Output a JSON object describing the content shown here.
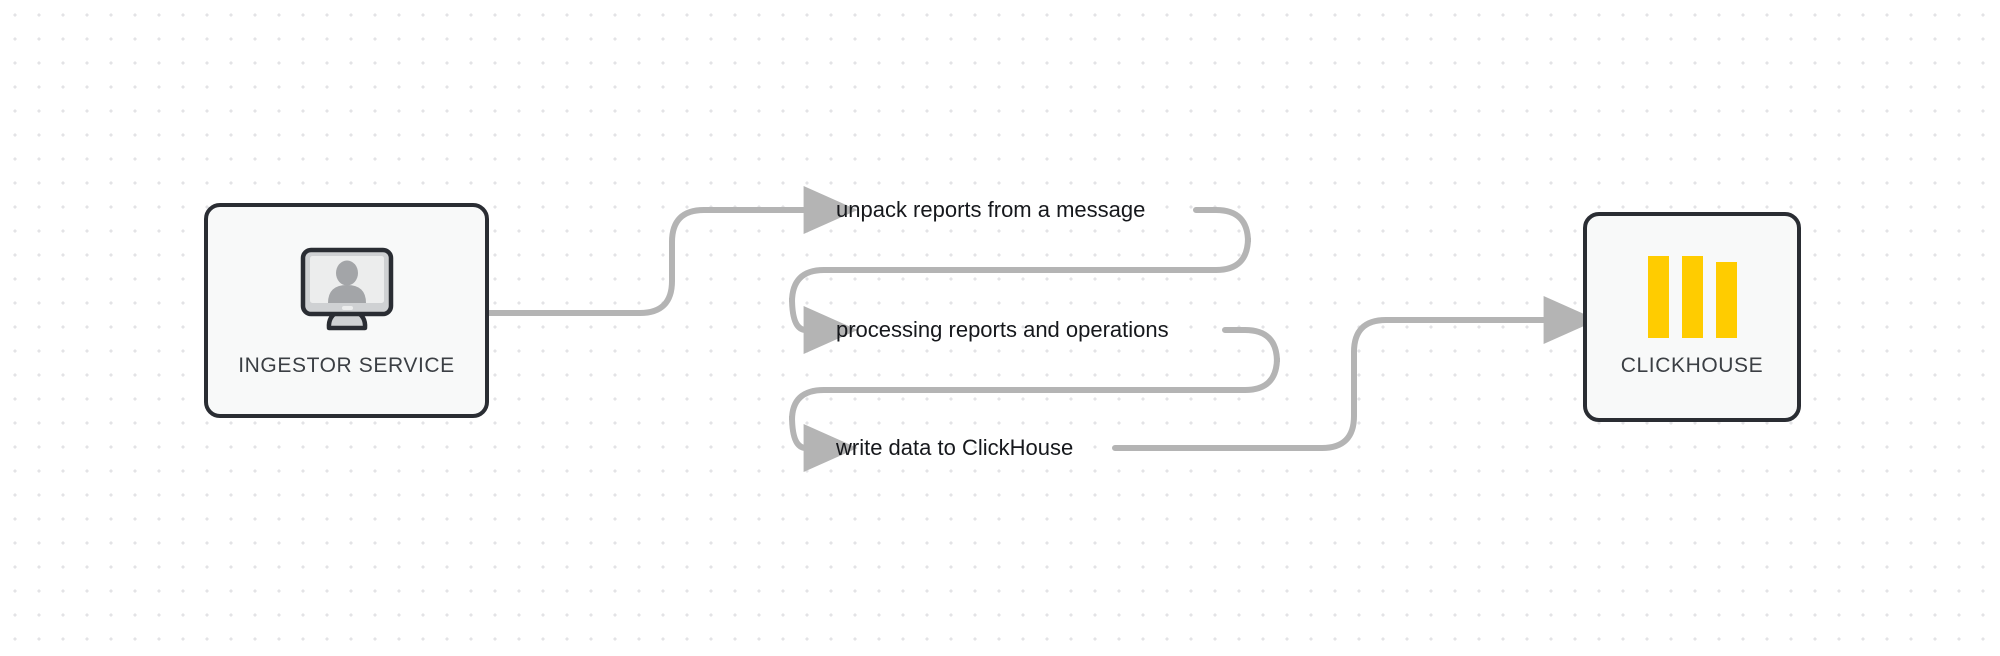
{
  "diagram": {
    "type": "flow-diagram",
    "background": "dotted-grid",
    "accent_color": "#ffcc00",
    "edge_color": "#b4b4b4",
    "node_border_color": "#2a2d33",
    "node_fill_color": "#f8f9f9",
    "label_color": "#16181c"
  },
  "nodes": [
    {
      "id": "ingestor-service",
      "label": "INGESTOR SERVICE",
      "icon": "monitor-user-icon"
    },
    {
      "id": "clickhouse",
      "label": "CLICKHOUSE",
      "icon": "clickhouse-bars-icon"
    }
  ],
  "edges": [
    {
      "id": "edge-unpack",
      "label": "unpack reports from a message",
      "from": "ingestor-service",
      "to": "edge-processing"
    },
    {
      "id": "edge-processing",
      "label": "processing reports and operations",
      "from": "edge-unpack",
      "to": "edge-write"
    },
    {
      "id": "edge-write",
      "label": "write data to ClickHouse",
      "from": "edge-processing",
      "to": "clickhouse"
    }
  ]
}
